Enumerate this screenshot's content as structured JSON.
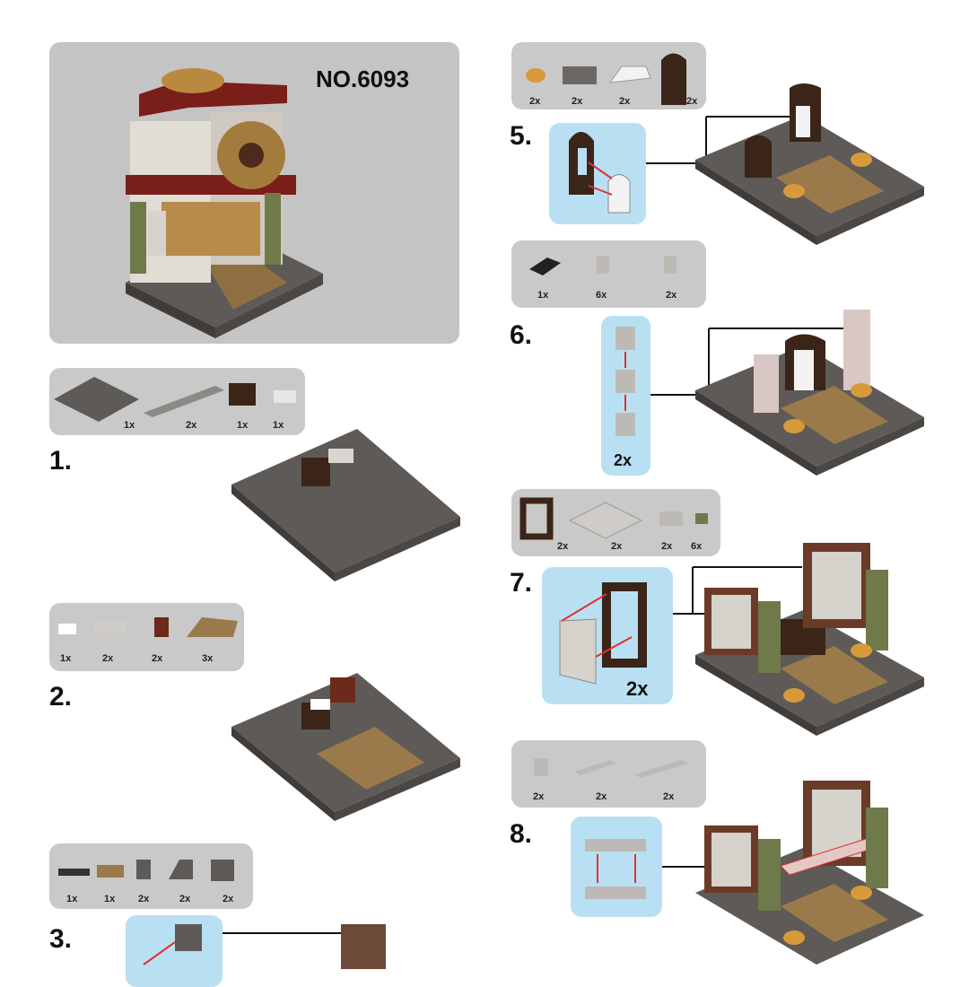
{
  "cover": {
    "set_number": "NO.6093"
  },
  "steps": [
    {
      "number": "1.",
      "parts": [
        "1x",
        "2x",
        "1x",
        "1x"
      ]
    },
    {
      "number": "2.",
      "parts": [
        "1x",
        "2x",
        "2x",
        "3x"
      ]
    },
    {
      "number": "3.",
      "parts": [
        "1x",
        "1x",
        "2x",
        "2x",
        "2x"
      ]
    },
    {
      "number": "5.",
      "parts": [
        "2x",
        "2x",
        "2x",
        "2x"
      ]
    },
    {
      "number": "6.",
      "parts": [
        "1x",
        "6x",
        "2x"
      ],
      "callout_qty": "2x"
    },
    {
      "number": "7.",
      "parts": [
        "2x",
        "2x",
        "2x",
        "6x"
      ],
      "callout_qty": "2x"
    },
    {
      "number": "8.",
      "parts": [
        "2x",
        "2x",
        "2x"
      ]
    }
  ],
  "colors": {
    "panel": "#c9c9c9",
    "callout": "#b9e0f2",
    "plate": "#5e5a57",
    "brown": "#3b2418",
    "tan": "#9a7a4a",
    "red_arrow": "#e0312b"
  }
}
